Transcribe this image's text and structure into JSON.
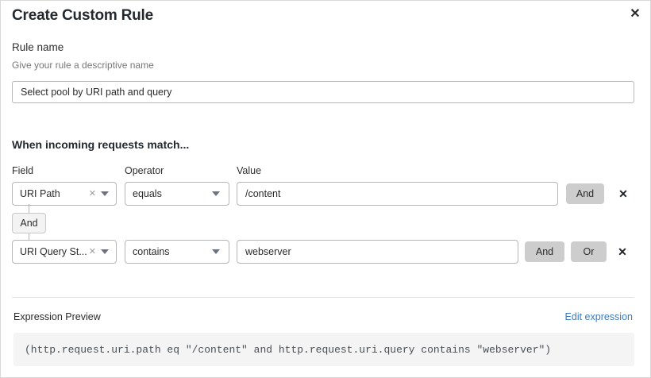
{
  "dialog": {
    "title": "Create Custom Rule",
    "close_icon": "close-icon"
  },
  "rule_name": {
    "label": "Rule name",
    "help": "Give your rule a descriptive name",
    "value": "Select pool by URI path and query",
    "placeholder": "Rule name"
  },
  "match_section": {
    "heading": "When incoming requests match...",
    "columns": {
      "field": "Field",
      "operator": "Operator",
      "value": "Value"
    },
    "connector": {
      "label": "And"
    },
    "conditions": [
      {
        "field": "URI Path",
        "clear_icon": "clear-icon",
        "caret_icon": "chevron-down-icon",
        "operator": "equals",
        "value": "/content",
        "value_placeholder": "Value",
        "buttons": [
          "And"
        ],
        "delete_icon": "delete-icon"
      },
      {
        "field": "URI Query St...",
        "clear_icon": "clear-icon",
        "caret_icon": "chevron-down-icon",
        "operator": "contains",
        "value": "webserver",
        "value_placeholder": "Value",
        "buttons": [
          "And",
          "Or"
        ],
        "delete_icon": "delete-icon"
      }
    ]
  },
  "expression": {
    "label": "Expression Preview",
    "edit_link": "Edit expression",
    "text": "(http.request.uri.path eq \"/content\" and http.request.uri.query contains \"webserver\")"
  },
  "colors": {
    "link": "#3a7cc4",
    "button_gray": "#cdcdcd",
    "preview_bg": "#f4f4f4",
    "border": "#b6b6b6"
  }
}
